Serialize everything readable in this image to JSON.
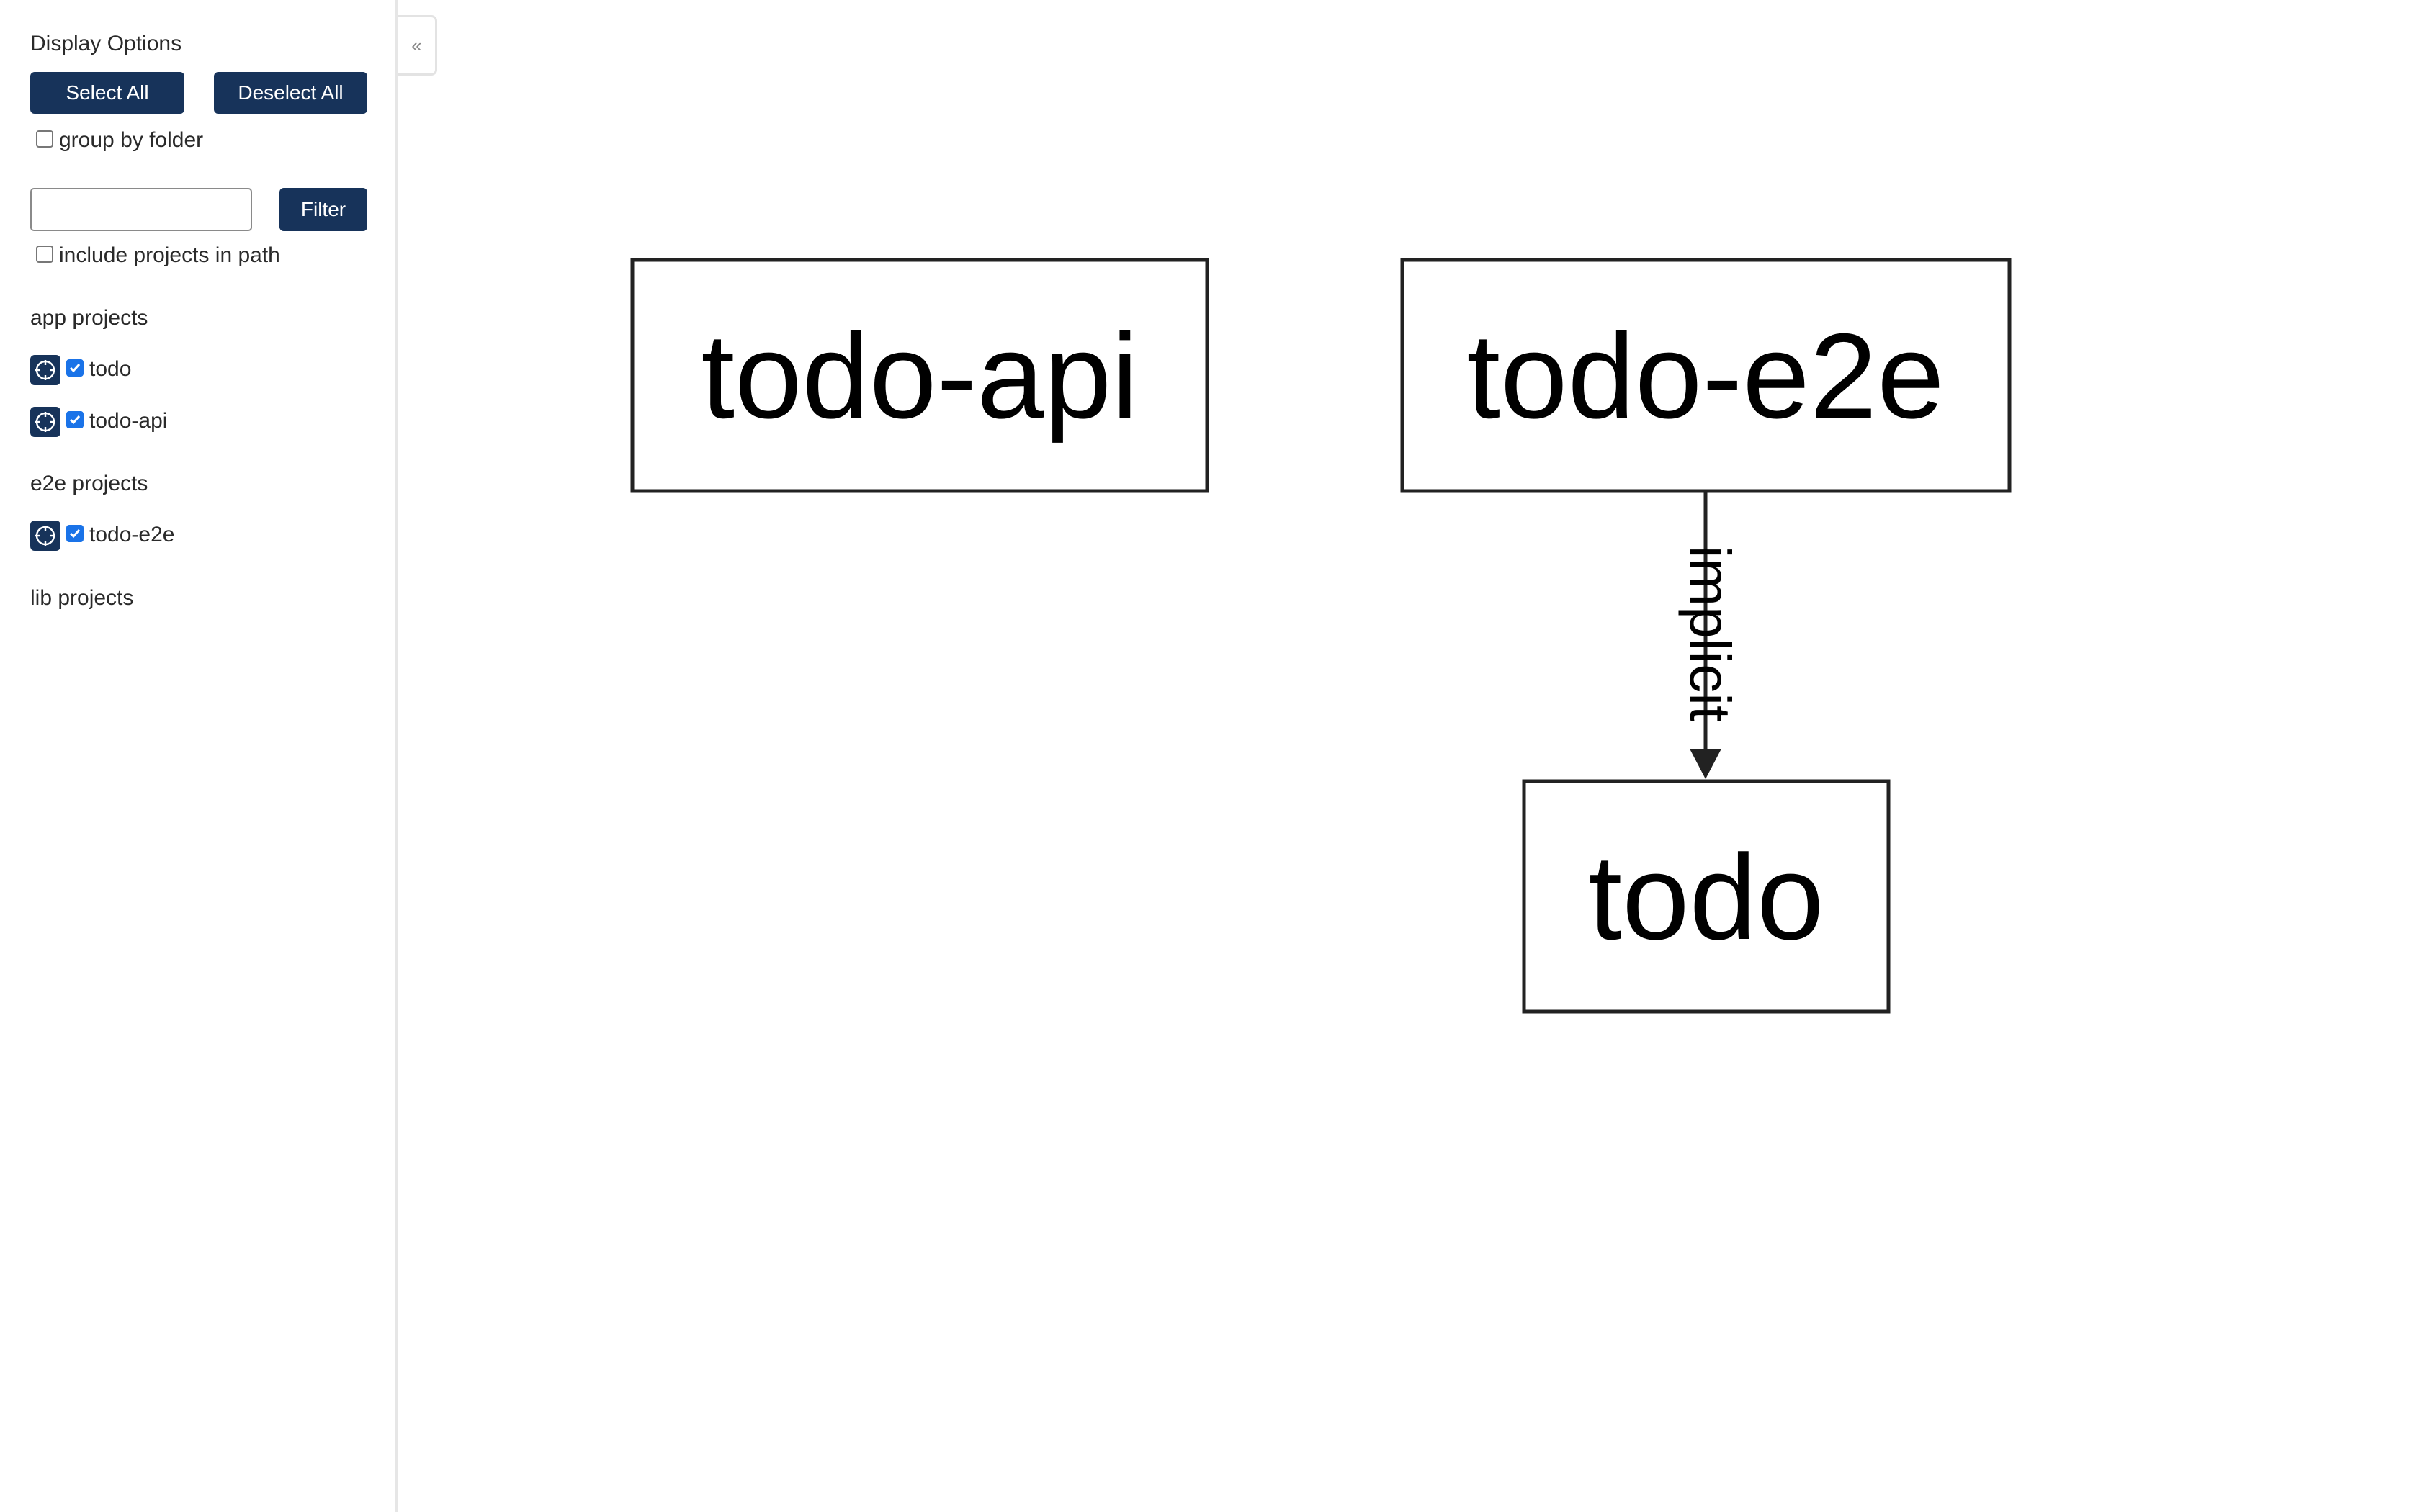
{
  "sidebar": {
    "toggle_glyph": "«",
    "display_options_title": "Display Options",
    "select_all_label": "Select All",
    "deselect_all_label": "Deselect All",
    "group_by_folder_label": "group by folder",
    "group_by_folder_checked": false,
    "filter_input_value": "",
    "filter_button_label": "Filter",
    "include_projects_label": "include projects in path",
    "include_projects_checked": false,
    "app_projects_title": "app projects",
    "app_projects": [
      {
        "name": "todo",
        "checked": true,
        "icon": "focus-crosshair-icon"
      },
      {
        "name": "todo-api",
        "checked": true,
        "icon": "focus-crosshair-icon"
      }
    ],
    "e2e_projects_title": "e2e projects",
    "e2e_projects": [
      {
        "name": "todo-e2e",
        "checked": true,
        "icon": "focus-crosshair-icon"
      }
    ],
    "lib_projects_title": "lib projects"
  },
  "graph": {
    "nodes": {
      "todo_api": "todo-api",
      "todo_e2e": "todo-e2e",
      "todo": "todo"
    },
    "edges": [
      {
        "from": "todo-e2e",
        "to": "todo",
        "label": "implicit"
      }
    ]
  },
  "colors": {
    "button_bg": "#17335a",
    "checkbox_checked": "#1a73e8",
    "node_stroke": "#222222"
  }
}
